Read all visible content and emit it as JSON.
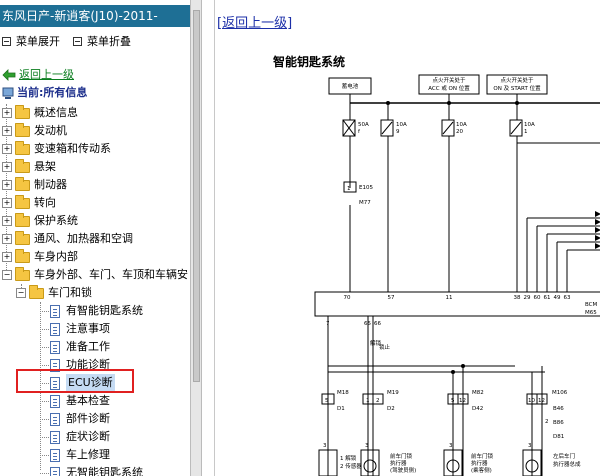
{
  "window": {
    "title": "东风日产-新逍客(J10)-2011-"
  },
  "menu": {
    "expand": "菜单展开",
    "collapse": "菜单折叠"
  },
  "nav": {
    "back_up": "返回上一级",
    "current": "当前:所有信息"
  },
  "tree": {
    "items": [
      {
        "label": "概述信息"
      },
      {
        "label": "发动机"
      },
      {
        "label": "变速箱和传动系"
      },
      {
        "label": "悬架"
      },
      {
        "label": "制动器"
      },
      {
        "label": "转向"
      },
      {
        "label": "保护系统"
      },
      {
        "label": "通风、加热器和空调"
      },
      {
        "label": "车身内部"
      },
      {
        "label": "车身外部、车门、车顶和车辆安"
      }
    ],
    "subfolder": {
      "label": "车门和锁"
    },
    "docs": [
      {
        "label": "有智能钥匙系统"
      },
      {
        "label": "注意事项"
      },
      {
        "label": "准备工作"
      },
      {
        "label": "功能诊断"
      },
      {
        "label": "ECU诊断"
      },
      {
        "label": "基本检查"
      },
      {
        "label": "部件诊断"
      },
      {
        "label": "症状诊断"
      },
      {
        "label": "车上修理"
      },
      {
        "label": "无智能钥匙系统"
      }
    ]
  },
  "content": {
    "back_link": "[返回上一级]",
    "diagram_title": "智能钥匙系统"
  },
  "diagram": {
    "battery": "蓄电池",
    "ign1": "点火开关处于",
    "ign1b": "ACC 或 ON 位置",
    "ign2": "点火开关处于",
    "ign2b": "ON 及 START 位置",
    "fuse1a": "50A",
    "fuse1b": "f",
    "fuse2a": "10A",
    "fuse2b": "9",
    "fuse3a": "10A",
    "fuse3b": "20",
    "fuse4a": "10A",
    "fuse4b": "1",
    "e105": "E105",
    "m77": "M77",
    "one": "1",
    "pins": [
      "70",
      "57",
      "11",
      "38",
      "29",
      "60",
      "61",
      "49",
      "63"
    ],
    "bcm": "BCM",
    "m65": "M65",
    "lower_pins": [
      "7",
      "65",
      "66"
    ],
    "unlock": "解锁",
    "lock": "锁止",
    "m18": "M18",
    "d1": "D1",
    "p5": "5",
    "m19": "M19",
    "d2": "D2",
    "p1": "1",
    "p2": "2",
    "m82": "M82",
    "d42": "D42",
    "p5b": "5",
    "p12": "12",
    "m106": "M106",
    "b46": "B46",
    "b86": "B86",
    "d81": "D81",
    "p10": "10",
    "p12b": "12",
    "p2b": "2",
    "p3a": "3",
    "p3b": "3",
    "p3c": "3",
    "p3d": "3",
    "lbl_a": "1 解锁",
    "lbl_a2": "2 传感器",
    "lbl_b": "前车门锁",
    "lbl_b2": "执行器",
    "lbl_b3": "(驾驶员侧)",
    "lbl_c": "前车门锁",
    "lbl_c2": "执行器",
    "lbl_c3": "(乘客侧)",
    "lbl_d": "左后车门",
    "lbl_d2": "执行器总成"
  }
}
